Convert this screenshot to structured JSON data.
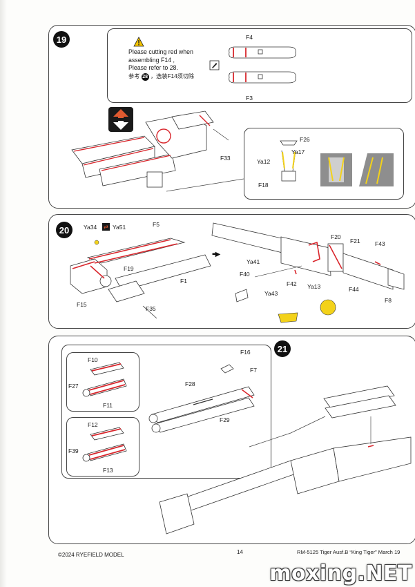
{
  "step19": {
    "badge": "19",
    "note": {
      "line1": "Please cutting red when",
      "line2": "assembling F14 ,",
      "line3": "Please refer to 28.",
      "cn_prefix": "参考",
      "cn_ref": "28",
      "cn_suffix": "，选装F14须切除"
    },
    "labels": {
      "f4": "F4",
      "f3": "F3",
      "f33": "F33",
      "f26": "F26",
      "ya17": "Ya17",
      "ya12": "Ya12",
      "f18": "F18"
    }
  },
  "step20": {
    "badge": "20",
    "labels": {
      "ya34": "Ya34",
      "ya51": "Ya51",
      "f5": "F5",
      "f19": "F19",
      "f1": "F1",
      "f15": "F15",
      "f35": "F35",
      "f20": "F20",
      "f21": "F21",
      "f43": "F43",
      "ya41": "Ya41",
      "f40": "F40",
      "f42": "F42",
      "ya13": "Ya13",
      "ya43": "Ya43",
      "f44": "F44",
      "f8": "F8"
    }
  },
  "step21": {
    "badge": "21",
    "labels": {
      "f10": "F10",
      "f27": "F27",
      "f11": "F11",
      "f12": "F12",
      "f39": "F39",
      "f13": "F13",
      "f16": "F16",
      "f7": "F7",
      "f28": "F28",
      "f29": "F29"
    }
  },
  "footer": {
    "copyright": "©2024 RYEFIELD MODEL",
    "page": "14",
    "product": "RM-5125 Tiger Ausf.B “King Tiger” March 19"
  },
  "watermark": "moxing.NET",
  "colors": {
    "part_red": "#d9262c",
    "part_yellow": "#f3d21a",
    "part_grey": "#8e8e8e"
  }
}
